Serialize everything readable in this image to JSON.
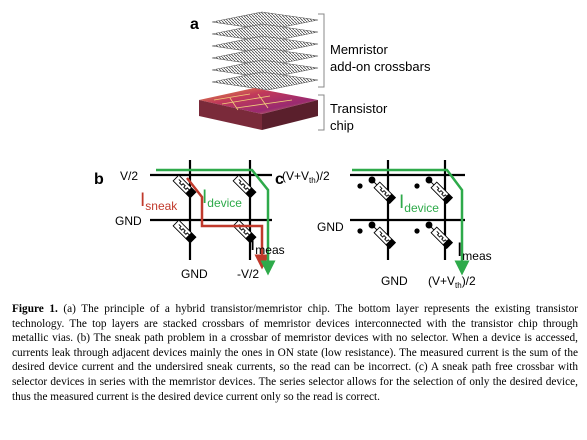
{
  "panel_a": {
    "letter": "a",
    "label_top_line1": "Memristor",
    "label_top_line2": "add-on crossbars",
    "label_bottom_line1": "Transistor",
    "label_bottom_line2": "chip"
  },
  "panel_b": {
    "letter": "b",
    "v_top": "V/2",
    "gnd_left": "GND",
    "gnd_bottom": "GND",
    "v_bottom": "-V/2",
    "i_sneak_main": "I",
    "i_sneak_sub": "sneak",
    "i_device_main": "I",
    "i_device_sub": "device",
    "i_meas_main": "I",
    "i_meas_sub": "meas"
  },
  "panel_c": {
    "letter": "c",
    "v_top_pre": "(V+V",
    "v_top_sub": "th",
    "v_top_post": ")/2",
    "gnd_left": "GND",
    "gnd_bottom": "GND",
    "v_bottom_pre": "(V+V",
    "v_bottom_sub": "th",
    "v_bottom_post": ")/2",
    "i_device_main": "I",
    "i_device_sub": "device",
    "i_meas_main": "I",
    "i_meas_sub": "meas"
  },
  "caption": {
    "label": "Figure 1.",
    "text": " (a) The principle of a hybrid transistor/memristor chip. The bottom layer represents the existing transistor technology. The top layers are stacked crossbars of memristor devices interconnected with the transistor chip through metallic vias. (b) The sneak path problem in a crossbar of memristor devices with no selector. When a device is accessed, currents leak through adjacent devices mainly the ones in ON state (low resistance). The measured current is the sum of the desired device current and the undersired sneak currents, so the read can be incorrect. (c) A sneak path free crossbar with selector devices in series with the memristor devices. The series selector allows for the selection of only the desired device, thus the measured current is the  desired device current only so the read is correct."
  },
  "colors": {
    "sneak_path": "#c0392b",
    "device_path": "#2eaa4a",
    "chip": "#b03050",
    "wire": "#000000"
  }
}
